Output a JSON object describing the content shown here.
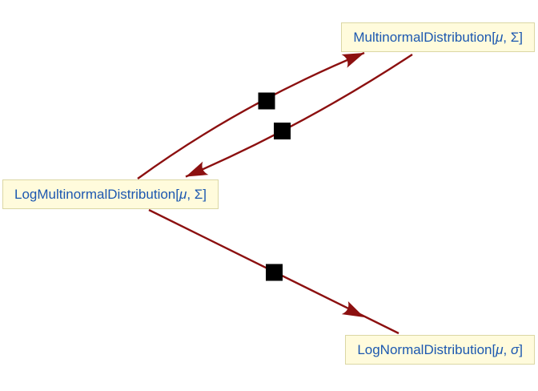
{
  "colors": {
    "edge": "#8C1010",
    "marker": "#000000",
    "node_bg": "#FFFBDC",
    "node_border": "#DBD7A4",
    "node_text": "#1C58B0",
    "page_bg": "#FFFFFF"
  },
  "nodes": {
    "multinormal": {
      "prefix": "MultinormalDistribution[",
      "param1": "μ",
      "separator": ", ",
      "param2": "Σ",
      "suffix": "]"
    },
    "logmultinormal": {
      "prefix": "LogMultinormalDistribution[",
      "param1": "μ",
      "separator": ", ",
      "param2": "Σ",
      "suffix": "]"
    },
    "lognormal": {
      "prefix": "LogNormalDistribution[",
      "param1": "μ",
      "separator": ", ",
      "param2": "σ",
      "suffix": "]"
    }
  },
  "edges": [
    {
      "from": "LogMultinormalDistribution",
      "to": "MultinormalDistribution",
      "style": "curved-arrow",
      "marker": "black-square"
    },
    {
      "from": "MultinormalDistribution",
      "to": "LogMultinormalDistribution",
      "style": "curved-arrow",
      "marker": "black-square"
    },
    {
      "from": "LogMultinormalDistribution",
      "to": "LogNormalDistribution",
      "style": "straight-arrow",
      "marker": "black-square"
    }
  ]
}
